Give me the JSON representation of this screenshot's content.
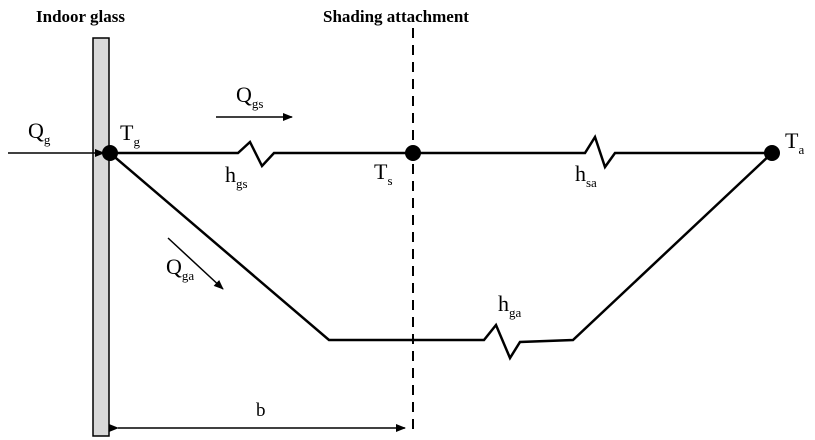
{
  "titles": {
    "glass": "Indoor glass",
    "shading": "Shading attachment"
  },
  "heat_flows": {
    "qg": {
      "base": "Q",
      "sub": "g"
    },
    "qgs": {
      "base": "Q",
      "sub": "gs"
    },
    "qga": {
      "base": "Q",
      "sub": "ga"
    }
  },
  "nodes": {
    "tg": {
      "base": "T",
      "sub": "g"
    },
    "ts": {
      "base": "T",
      "sub": "s"
    },
    "ta": {
      "base": "T",
      "sub": "a"
    }
  },
  "resistances": {
    "hgs": {
      "base": "h",
      "sub": "gs"
    },
    "hsa": {
      "base": "h",
      "sub": "sa"
    },
    "hga": {
      "base": "h",
      "sub": "ga"
    }
  },
  "dimension": {
    "label": "b"
  },
  "colors": {
    "line": "#000000",
    "glass_fill": "#d9d9d9"
  }
}
